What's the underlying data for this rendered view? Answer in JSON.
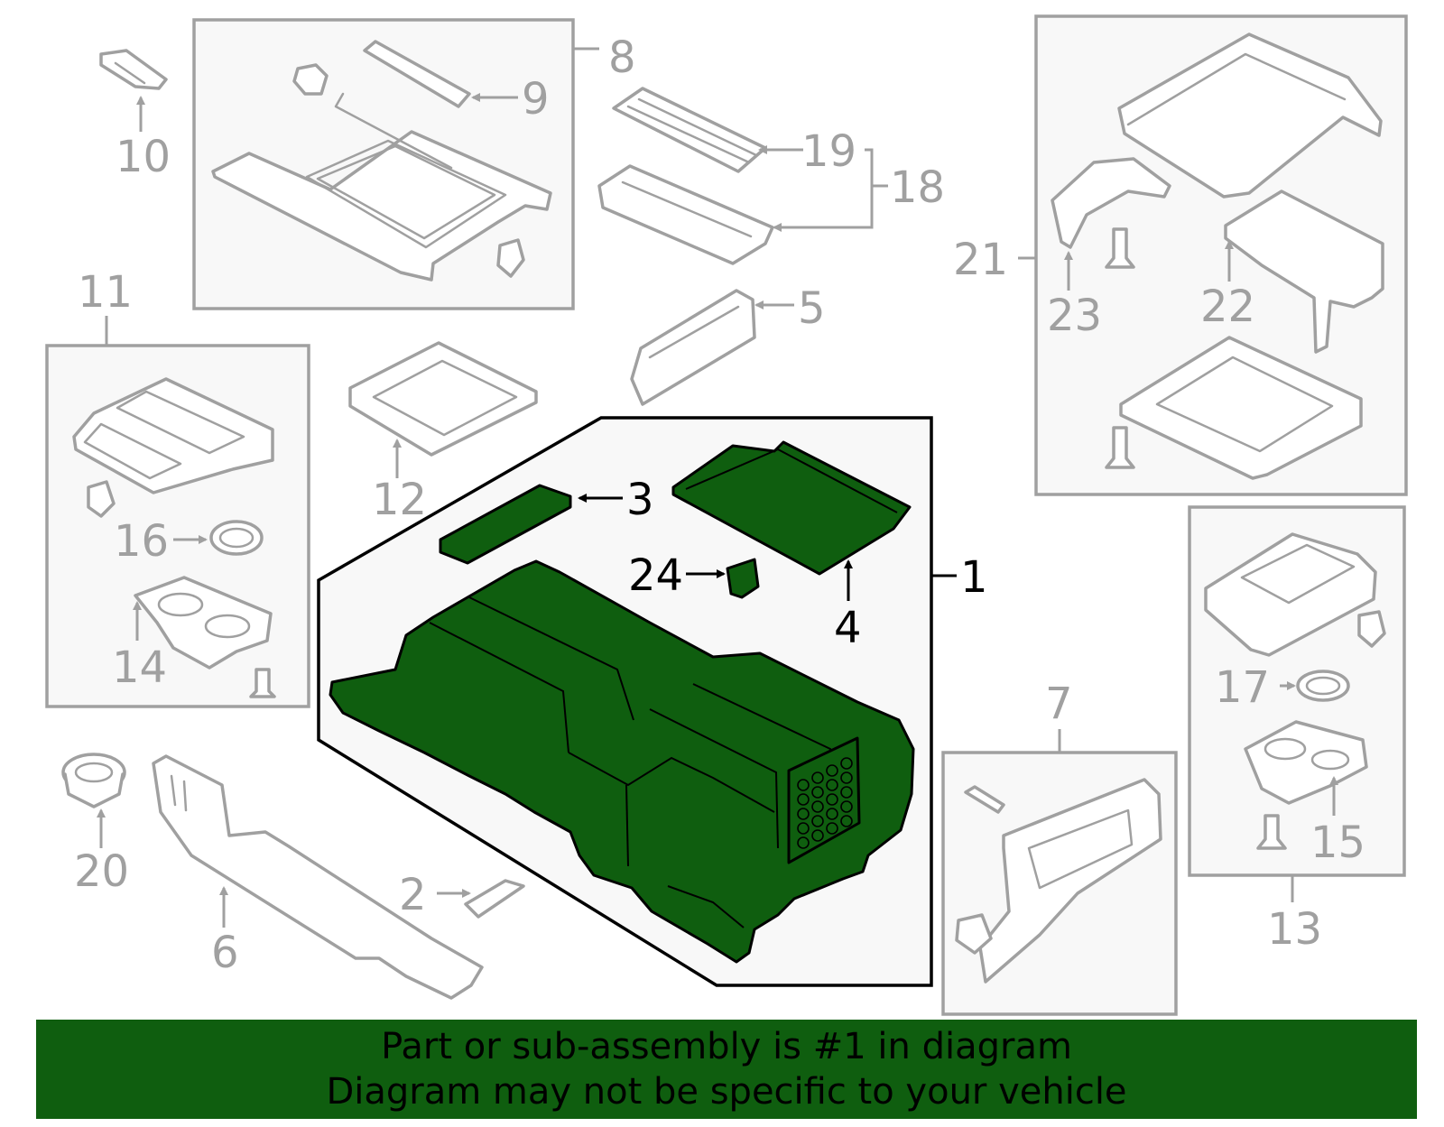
{
  "colors": {
    "highlight": "#0f5e0f",
    "part_stroke": "#a0a0a0",
    "box_fill": "#f8f8f8"
  },
  "callouts": {
    "c1": "1",
    "c2": "2",
    "c3": "3",
    "c4": "4",
    "c5": "5",
    "c6": "6",
    "c7": "7",
    "c8": "8",
    "c9": "9",
    "c10": "10",
    "c11": "11",
    "c12": "12",
    "c13": "13",
    "c14": "14",
    "c15": "15",
    "c16": "16",
    "c17": "17",
    "c18": "18",
    "c19": "19",
    "c20": "20",
    "c21": "21",
    "c22": "22",
    "c23": "23",
    "c24": "24"
  },
  "footer": {
    "line1": "Part or sub-assembly is #1 in diagram",
    "line2": "Diagram may not be specific to your vehicle"
  }
}
